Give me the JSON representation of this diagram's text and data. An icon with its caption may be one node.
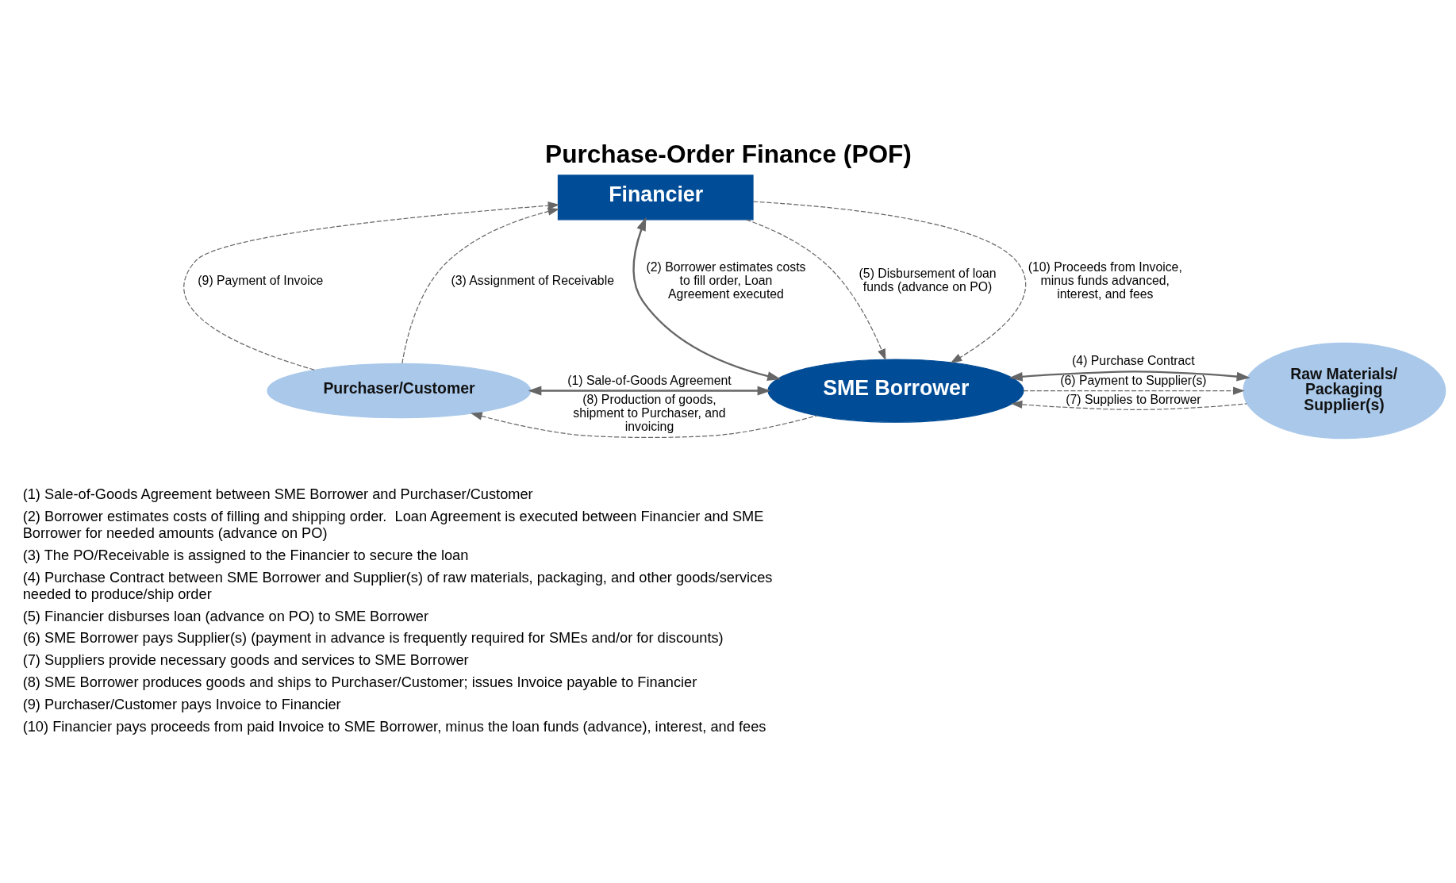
{
  "diagram": {
    "title": "Purchase-Order Finance (POF)",
    "nodes": [
      {
        "text": [
          "Financier"
        ]
      },
      {
        "text": [
          "SME Borrower"
        ]
      },
      {
        "text": [
          "Purchaser/Customer"
        ]
      },
      {
        "text": [
          "Raw Materials/ Packaging Supplier(s)"
        ]
      }
    ],
    "edges": [
      {
        "from": 2,
        "to": 0,
        "arrow": "to",
        "style": "dashed",
        "label": "(9) Payment of Invoice"
      },
      {
        "from": 2,
        "to": 0,
        "arrow": "to",
        "style": "dashed",
        "label": "(3) Assignment of Receivable"
      },
      {
        "from": 0,
        "to": 1,
        "arrow": "both",
        "label": "(2) Borrower estimates costs to fill order, Loan Agreement executed"
      },
      {
        "from": 0,
        "to": 1,
        "arrow": "to",
        "style": "dashed",
        "label": "(5) Disbursement of loan funds (advance on PO)"
      },
      {
        "from": 0,
        "to": 1,
        "arrow": "to",
        "style": "dashed",
        "label": "(10) Proceeds from Invoice, minus funds advanced, interest, and fees"
      },
      {
        "from": 1,
        "to": 2,
        "arrow": "both",
        "label": "(1) Sale-of-Goods Agreement"
      },
      {
        "from": 1,
        "to": 2,
        "arrow": "to",
        "style": "dashed",
        "label": "(8) Production of goods, shipment to Purchaser, and invoicing"
      },
      {
        "from": 1,
        "to": 3,
        "arrow": "both",
        "label": "(4) Purchase Contract"
      },
      {
        "from": 1,
        "to": 3,
        "arrow": "to",
        "style": "dashed",
        "label": "(6) Payment to Supplier(s)"
      },
      {
        "from": 3,
        "to": 1,
        "arrow": "to",
        "style": "dashed",
        "label": "(7) Supplies to Borrower"
      }
    ],
    "labels": [
      "(1) Sale-of-Goods Agreement between SME Borrower and Purchaser/Customer",
      "(2) Borrower estimates costs of filling and shipping order.  Loan Agreement is executed between Financier and SME Borrower for needed amounts (advance on PO)",
      "(3) The PO/Receivable is assigned to the Financier to secure the loan",
      "(4) Purchase Contract between SME Borrower and Supplier(s) of raw materials, packaging, and other goods/services needed to produce/ship order",
      "(5) Financier disburses loan (advance on PO) to SME Borrower",
      "(6) SME Borrower pays Supplier(s) (payment in advance is frequently required for SMEs and/or for discounts)",
      "(7) Suppliers provide necessary goods and services to SME Borrower",
      "(8) SME Borrower produces goods and ships to Purchaser/Customer; issues Invoice payable to Financier",
      "(9) Purchaser/Customer pays Invoice to Financier",
      "(10) Financier pays proceeds from paid Invoice to SME Borrower, minus the loan funds (advance), interest, and fees"
    ]
  }
}
